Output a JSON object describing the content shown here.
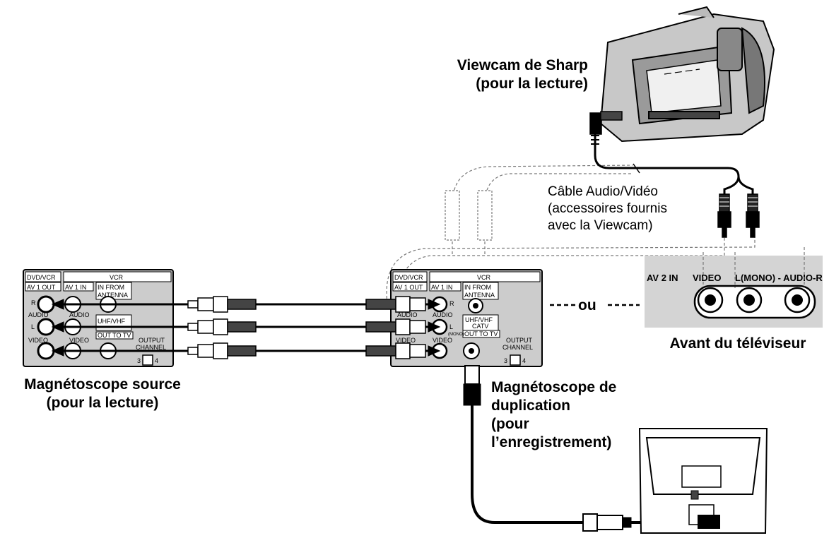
{
  "labels": {
    "viewcam_line1": "Viewcam de Sharp",
    "viewcam_line2": "(pour la lecture)",
    "cable_line1": "Câble Audio/Vidéo",
    "cable_line2": "(accessoires fournis",
    "cable_line3": "avec la Viewcam)",
    "source_line1": "Magnétoscope source",
    "source_line2": "(pour la lecture)",
    "dup_line1": "Magnétoscope de",
    "dup_line2": "duplication",
    "dup_line3": "(pour",
    "dup_line4": "l’enregistrement)",
    "ou": "ou",
    "tv_front": "Avant du téléviseur"
  },
  "vcr_panel": {
    "dvd_vcr": "DVD/VCR",
    "vcr": "VCR",
    "av1_out": "AV 1 OUT",
    "av1_in": "AV 1 IN",
    "in_from": "IN FROM",
    "antenna": "ANTENNA",
    "r": "R",
    "audio": "AUDIO",
    "l": "L",
    "mono": "(MONO)",
    "uhf_vhf": "UHF/VHF",
    "catv": "CATV",
    "video": "VIDEO",
    "out_to_tv": "OUT TO TV",
    "output": "OUTPUT",
    "channel": "CHANNEL",
    "ch3": "3",
    "ch4": "4"
  },
  "tv_panel": {
    "av2_in": "AV 2 IN",
    "video": "VIDEO",
    "audio_lr": "L(MONO) - AUDIO-R"
  },
  "colors": {
    "panel_fill": "#cccccc",
    "tv_panel_bg": "#d4d4d4",
    "line": "#000000"
  }
}
